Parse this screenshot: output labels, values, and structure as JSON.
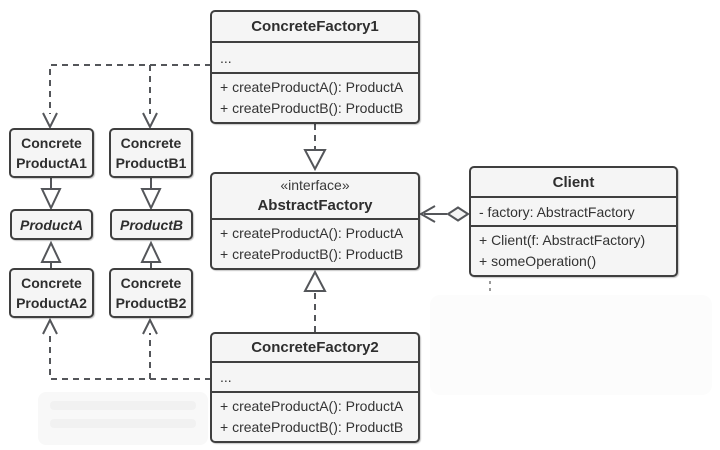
{
  "diagram": {
    "kind": "uml-class-diagram",
    "pattern": "Abstract Factory"
  },
  "colors": {
    "background": "#ffffff",
    "box_fill": "#f5f5f5",
    "box_border": "#3f3f3f",
    "text": "#333333",
    "line": "#54565a"
  },
  "classes": {
    "concrete_factory_1": {
      "name": "ConcreteFactory1",
      "fields_placeholder": "...",
      "methods": [
        "+ createProductA(): ProductA",
        "+ createProductB(): ProductB"
      ]
    },
    "abstract_factory": {
      "stereotype": "«interface»",
      "name": "AbstractFactory",
      "methods": [
        "+ createProductA(): ProductA",
        "+ createProductB(): ProductB"
      ]
    },
    "concrete_factory_2": {
      "name": "ConcreteFactory2",
      "fields_placeholder": "...",
      "methods": [
        "+ createProductA(): ProductA",
        "+ createProductB(): ProductB"
      ]
    },
    "client": {
      "name": "Client",
      "attributes": [
        "- factory: AbstractFactory"
      ],
      "methods": [
        "+ Client(f: AbstractFactory)",
        "+ someOperation()"
      ]
    },
    "concrete_product_a1": {
      "line1": "Concrete",
      "line2": "ProductA1"
    },
    "concrete_product_b1": {
      "line1": "Concrete",
      "line2": "ProductB1"
    },
    "product_a": {
      "name": "ProductA"
    },
    "product_b": {
      "name": "ProductB"
    },
    "concrete_product_a2": {
      "line1": "Concrete",
      "line2": "ProductA2"
    },
    "concrete_product_b2": {
      "line1": "Concrete",
      "line2": "ProductB2"
    }
  },
  "relationships": [
    {
      "from": "ConcreteFactory1",
      "to": "AbstractFactory",
      "type": "realization",
      "style": "dashed line, hollow triangle"
    },
    {
      "from": "ConcreteFactory2",
      "to": "AbstractFactory",
      "type": "realization",
      "style": "dashed line, hollow triangle"
    },
    {
      "from": "Client",
      "to": "AbstractFactory",
      "type": "aggregation",
      "style": "solid line, hollow diamond at Client, open arrow at AbstractFactory"
    },
    {
      "from": "ConcreteFactory1",
      "to": "ConcreteProductA1",
      "type": "dependency",
      "style": "dashed line, open arrow"
    },
    {
      "from": "ConcreteFactory1",
      "to": "ConcreteProductB1",
      "type": "dependency",
      "style": "dashed line, open arrow"
    },
    {
      "from": "ConcreteFactory2",
      "to": "ConcreteProductA2",
      "type": "dependency",
      "style": "dashed line, open arrow"
    },
    {
      "from": "ConcreteFactory2",
      "to": "ConcreteProductB2",
      "type": "dependency",
      "style": "dashed line, open arrow"
    },
    {
      "from": "ConcreteProductA1",
      "to": "ProductA",
      "type": "realization",
      "style": "solid line, hollow triangle"
    },
    {
      "from": "ConcreteProductB1",
      "to": "ProductB",
      "type": "realization",
      "style": "solid line, hollow triangle"
    },
    {
      "from": "ConcreteProductA2",
      "to": "ProductA",
      "type": "realization",
      "style": "solid line, hollow triangle"
    },
    {
      "from": "ConcreteProductB2",
      "to": "ProductB",
      "type": "realization",
      "style": "solid line, hollow triangle"
    }
  ]
}
